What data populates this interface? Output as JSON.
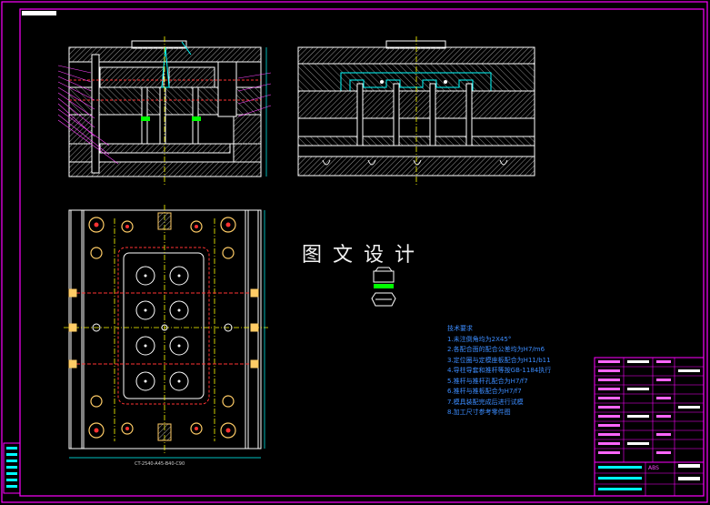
{
  "watermark": "图文设计",
  "notes": {
    "title": "技术要求",
    "items": [
      "1.未注倒角均为2X45°",
      "2.各配合面的配合公差均为H7/m6",
      "3.定位圈与定模座板配合为H11/b11",
      "4.导柱导套和推杆等按GB-1184执行",
      "5.推杆与推杆孔配合为H7/f7",
      "6.推杆与推板配合为H7/f7",
      "7.模具装配完成后进行试模",
      "8.加工尺寸参考零件图"
    ]
  },
  "title_block": {
    "material": "ABS"
  },
  "dimension_text": "CT-2540-A45-B40-C90",
  "colors": {
    "frame": "#ff00ff",
    "outline": "#ffffff",
    "hatch": "#bbbbbb",
    "centerline": "#ffff00",
    "hole": "#ff3333",
    "dimension": "#00ffff",
    "notes": "#3b8cff"
  }
}
